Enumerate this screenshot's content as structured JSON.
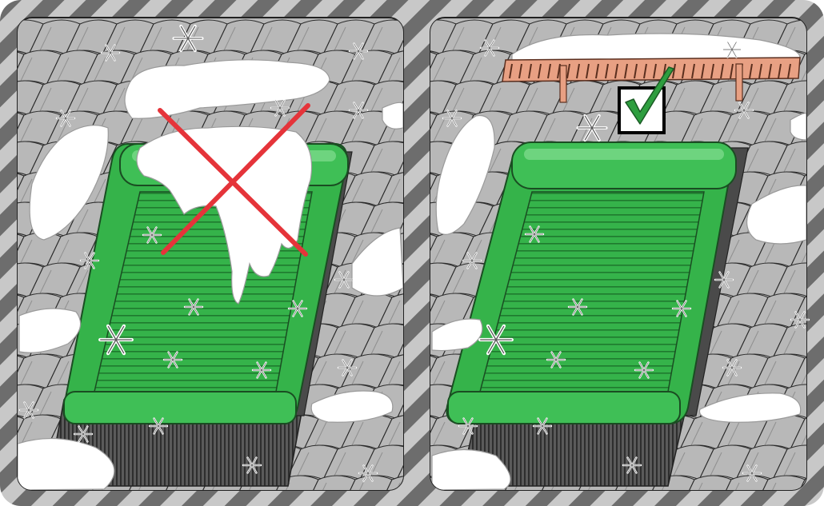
{
  "panels": [
    {
      "id": "left",
      "verdict": "incorrect",
      "verdict_icon": "red-x-icon",
      "snow_guard": false,
      "snow_on_shutter": true
    },
    {
      "id": "right",
      "verdict": "correct",
      "verdict_icon": "green-checkmark-icon",
      "snow_guard": true,
      "snow_on_shutter": false
    }
  ],
  "colors": {
    "frame_stripe_dark": "#6d6d6d",
    "frame_stripe_light": "#c8c8c8",
    "roof_tile": "#b8b8b8",
    "roof_tile_shade": "#8f8f8f",
    "shutter_green": "#35b34a",
    "shutter_light": "#6fd07e",
    "shutter_dark": "#1f7a2e",
    "snow": "#ffffff",
    "snow_shadow": "#dcdcdc",
    "cross_red": "#e5343a",
    "check_green": "#2e9e3f",
    "snow_guard": "#e8a083"
  }
}
